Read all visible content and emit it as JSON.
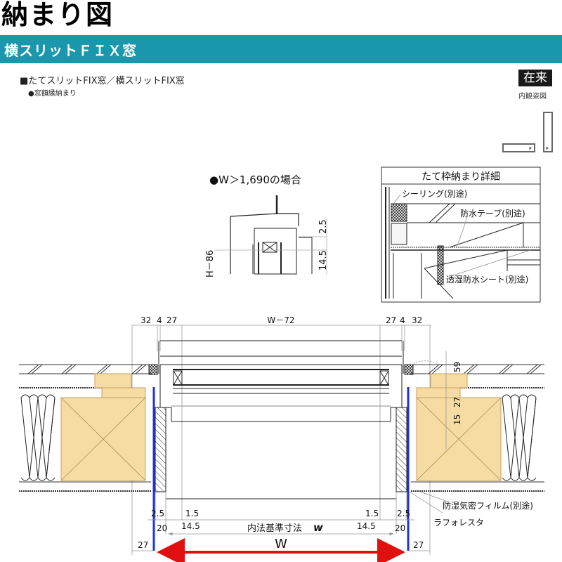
{
  "header": {
    "title": "納まり図",
    "banner": "横スリットＦＩＸ窓",
    "banner_color": "#1b97ad"
  },
  "section": {
    "heading": "■たてスリットFIX窓／横スリットFIX窓",
    "note": "●窓額縁納まり"
  },
  "badge": {
    "label": "在来",
    "caption": "内観姿図",
    "icon_letter_h": "F",
    "icon_letter_v": "F"
  },
  "detail_top": {
    "title": "●W＞1,690の場合",
    "dim_h": "H－86",
    "dim_a": "2.5",
    "dim_b": "14.5"
  },
  "detail_box": {
    "title": "たて枠納まり詳細",
    "labels": {
      "sealing": "シーリング(別途)",
      "waterproof_tape": "防水テープ(別途)",
      "moisture_sheet": "透湿防水シート(別途)"
    }
  },
  "plan": {
    "top_dims": {
      "left": [
        "32",
        "4",
        "27"
      ],
      "center": "W－72",
      "right": [
        "27",
        "4",
        "32"
      ]
    },
    "side_dims": {
      "d59": "59",
      "d27": "27",
      "d15": "15"
    },
    "bottom_dims": {
      "left_25": "2.5",
      "left_15": "1.5",
      "left_20": "20",
      "left_145": "14.5",
      "right_15": "1.5",
      "right_25": "2.5",
      "right_145": "14.5",
      "right_20": "20",
      "inner_label": "内法基準寸法",
      "inner_symbol": "w",
      "width_label": "W",
      "left_27": "27",
      "right_27": "27"
    },
    "callouts": {
      "vapor_film": "防湿気密フィルム(別途)",
      "lath": "ラフォレスタ"
    },
    "colors": {
      "wood": "#f6dca3",
      "blue_line": "#2233dd",
      "red_arrow": "#e01010"
    }
  }
}
